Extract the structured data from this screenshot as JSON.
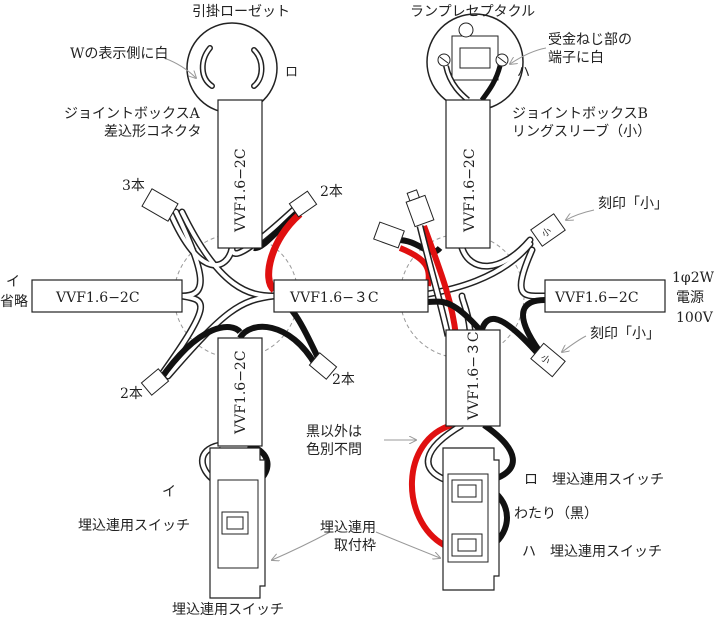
{
  "labels": {
    "ceiling_rosette": "引掛ローゼット",
    "lamp_receptacle": "ランプレセプタクル",
    "white_side_note": "Wの表示側に白",
    "terminal_ro_top": "ロ",
    "screw_note_l1": "受金ねじ部の",
    "screw_note_l2": "端子に白",
    "terminal_ha_top": "ハ",
    "jbox_a_l1": "ジョイントボックスA",
    "jbox_a_l2": "差込形コネクタ",
    "jbox_b_l1": "ジョイントボックスB",
    "jbox_b_l2": "リングスリーブ（小）",
    "three_wire": "3本",
    "two_wire_ur": "2本",
    "two_wire_ll": "2本",
    "two_wire_lr": "2本",
    "stamp_small_1": "刻印「小」",
    "stamp_small_2": "刻印「小」",
    "sleeve_mark": "小",
    "source_l1": "1φ2W",
    "source_l2": "電源",
    "source_l3": "100V",
    "left_i": "イ",
    "left_omit": "省略",
    "switch_i": "イ",
    "embedded_switch_1": "埋込連用スイッチ",
    "embedded_switch_bottom": "埋込連用スイッチ",
    "mount_frame_l1": "埋込連用",
    "mount_frame_l2": "取付枠",
    "non_black_l1": "黒以外は",
    "non_black_l2": "色別不問",
    "ro_switch": "ロ　埋込連用スイッチ",
    "watari": "わたり（黒）",
    "ha_switch": "ハ　埋込連用スイッチ"
  },
  "cables": {
    "top_a": "VVF1.6−2C",
    "top_b": "VVF1.6−2C",
    "left": "VVF1.6−2C",
    "middle": "VVF1.6−３C",
    "right": "VVF1.6−2C",
    "bottom_a": "VVF1.6−2C",
    "bottom_b": "VVF1.6−３C"
  },
  "colors": {
    "black_wire": "#111111",
    "red_wire": "#e01010",
    "white_wire": "#ffffff",
    "outline": "#222222"
  }
}
